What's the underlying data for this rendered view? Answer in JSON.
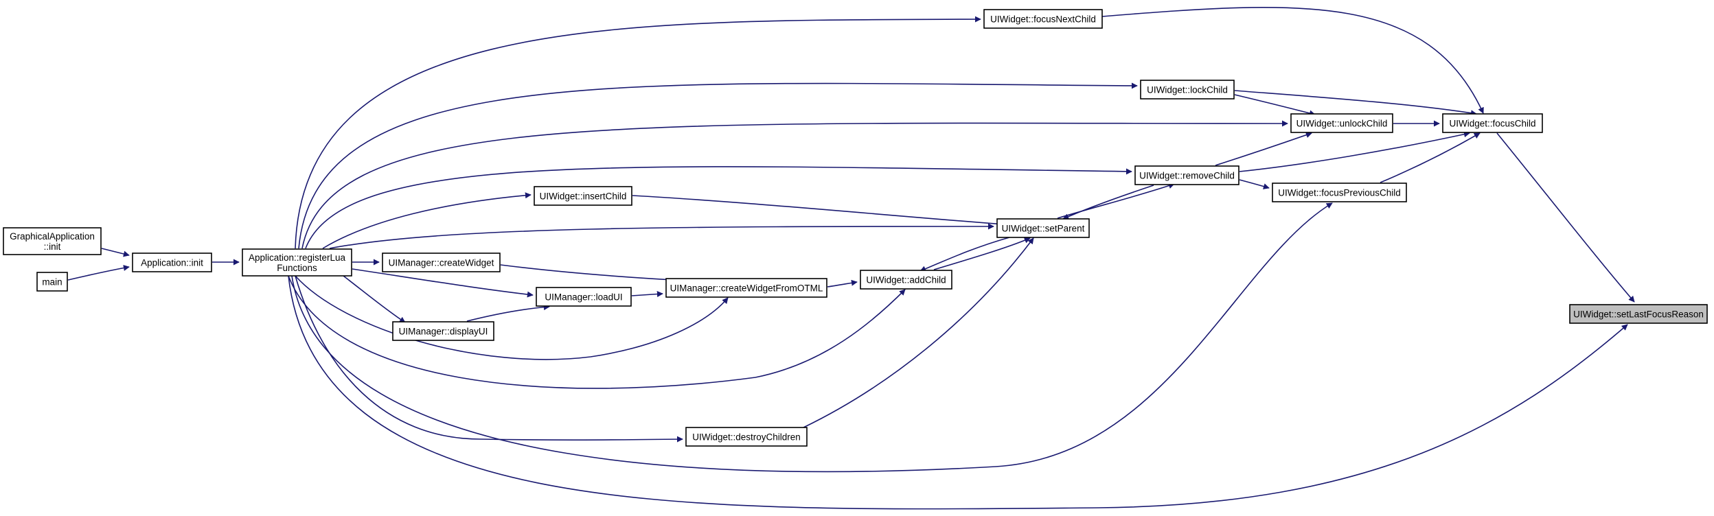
{
  "colors": {
    "edge": "#191970",
    "node_border": "#000000",
    "highlight_fill": "#bfbfbf",
    "background": "#ffffff"
  },
  "nodes": {
    "graphical_init": [
      "GraphicalApplication",
      "::init"
    ],
    "main": [
      "main"
    ],
    "app_init": [
      "Application::init"
    ],
    "register_lua": [
      "Application::registerLua",
      "Functions"
    ],
    "create_widget": [
      "UIManager::createWidget"
    ],
    "load_ui": [
      "UIManager::loadUI"
    ],
    "display_ui": [
      "UIManager::displayUI"
    ],
    "insert_child": [
      "UIWidget::insertChild"
    ],
    "create_from_otml": [
      "UIManager::createWidgetFromOTML"
    ],
    "destroy_children": [
      "UIWidget::destroyChildren"
    ],
    "add_child": [
      "UIWidget::addChild"
    ],
    "set_parent": [
      "UIWidget::setParent"
    ],
    "focus_next": [
      "UIWidget::focusNextChild"
    ],
    "lock_child": [
      "UIWidget::lockChild"
    ],
    "unlock_child": [
      "UIWidget::unlockChild"
    ],
    "remove_child": [
      "UIWidget::removeChild"
    ],
    "focus_prev": [
      "UIWidget::focusPreviousChild"
    ],
    "focus_child": [
      "UIWidget::focusChild"
    ],
    "set_last_focus": [
      "UIWidget::setLastFocusReason"
    ]
  }
}
